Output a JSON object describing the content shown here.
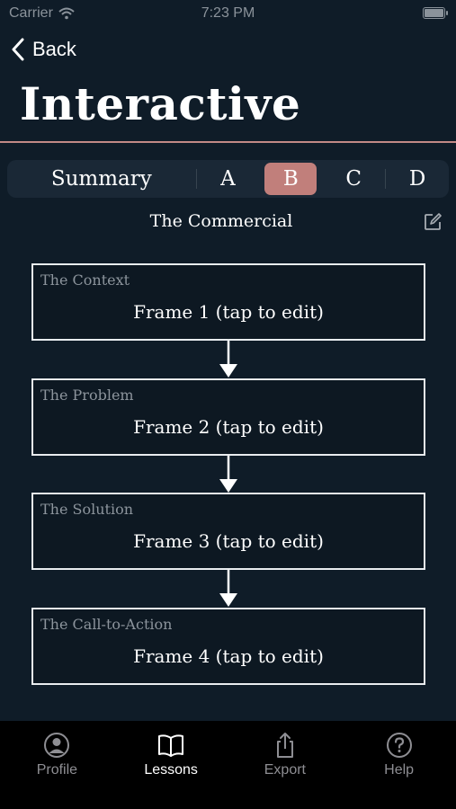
{
  "status_bar": {
    "carrier": "Carrier",
    "time": "7:23 PM",
    "battery_level": 0.9
  },
  "nav": {
    "back_label": "Back",
    "title": "Interactive"
  },
  "segments": {
    "items": [
      "Summary",
      "A",
      "B",
      "C",
      "D"
    ],
    "selected": "B"
  },
  "section": {
    "title": "The Commercial"
  },
  "frames": [
    {
      "label": "The Context",
      "text": "Frame 1 (tap to edit)"
    },
    {
      "label": "The Problem",
      "text": "Frame 2 (tap to edit)"
    },
    {
      "label": "The Solution",
      "text": "Frame 3 (tap to edit)"
    },
    {
      "label": "The Call-to-Action",
      "text": "Frame 4 (tap to edit)"
    }
  ],
  "tab_bar": {
    "items": [
      {
        "label": "Profile",
        "icon": "person-circle-icon"
      },
      {
        "label": "Lessons",
        "icon": "book-icon"
      },
      {
        "label": "Export",
        "icon": "share-icon"
      },
      {
        "label": "Help",
        "icon": "question-circle-icon"
      }
    ],
    "selected": "Lessons"
  },
  "colors": {
    "background": "#0f1c28",
    "accent": "#c17f7b",
    "rule": "#c28a86",
    "tab_bar": "#000000"
  }
}
